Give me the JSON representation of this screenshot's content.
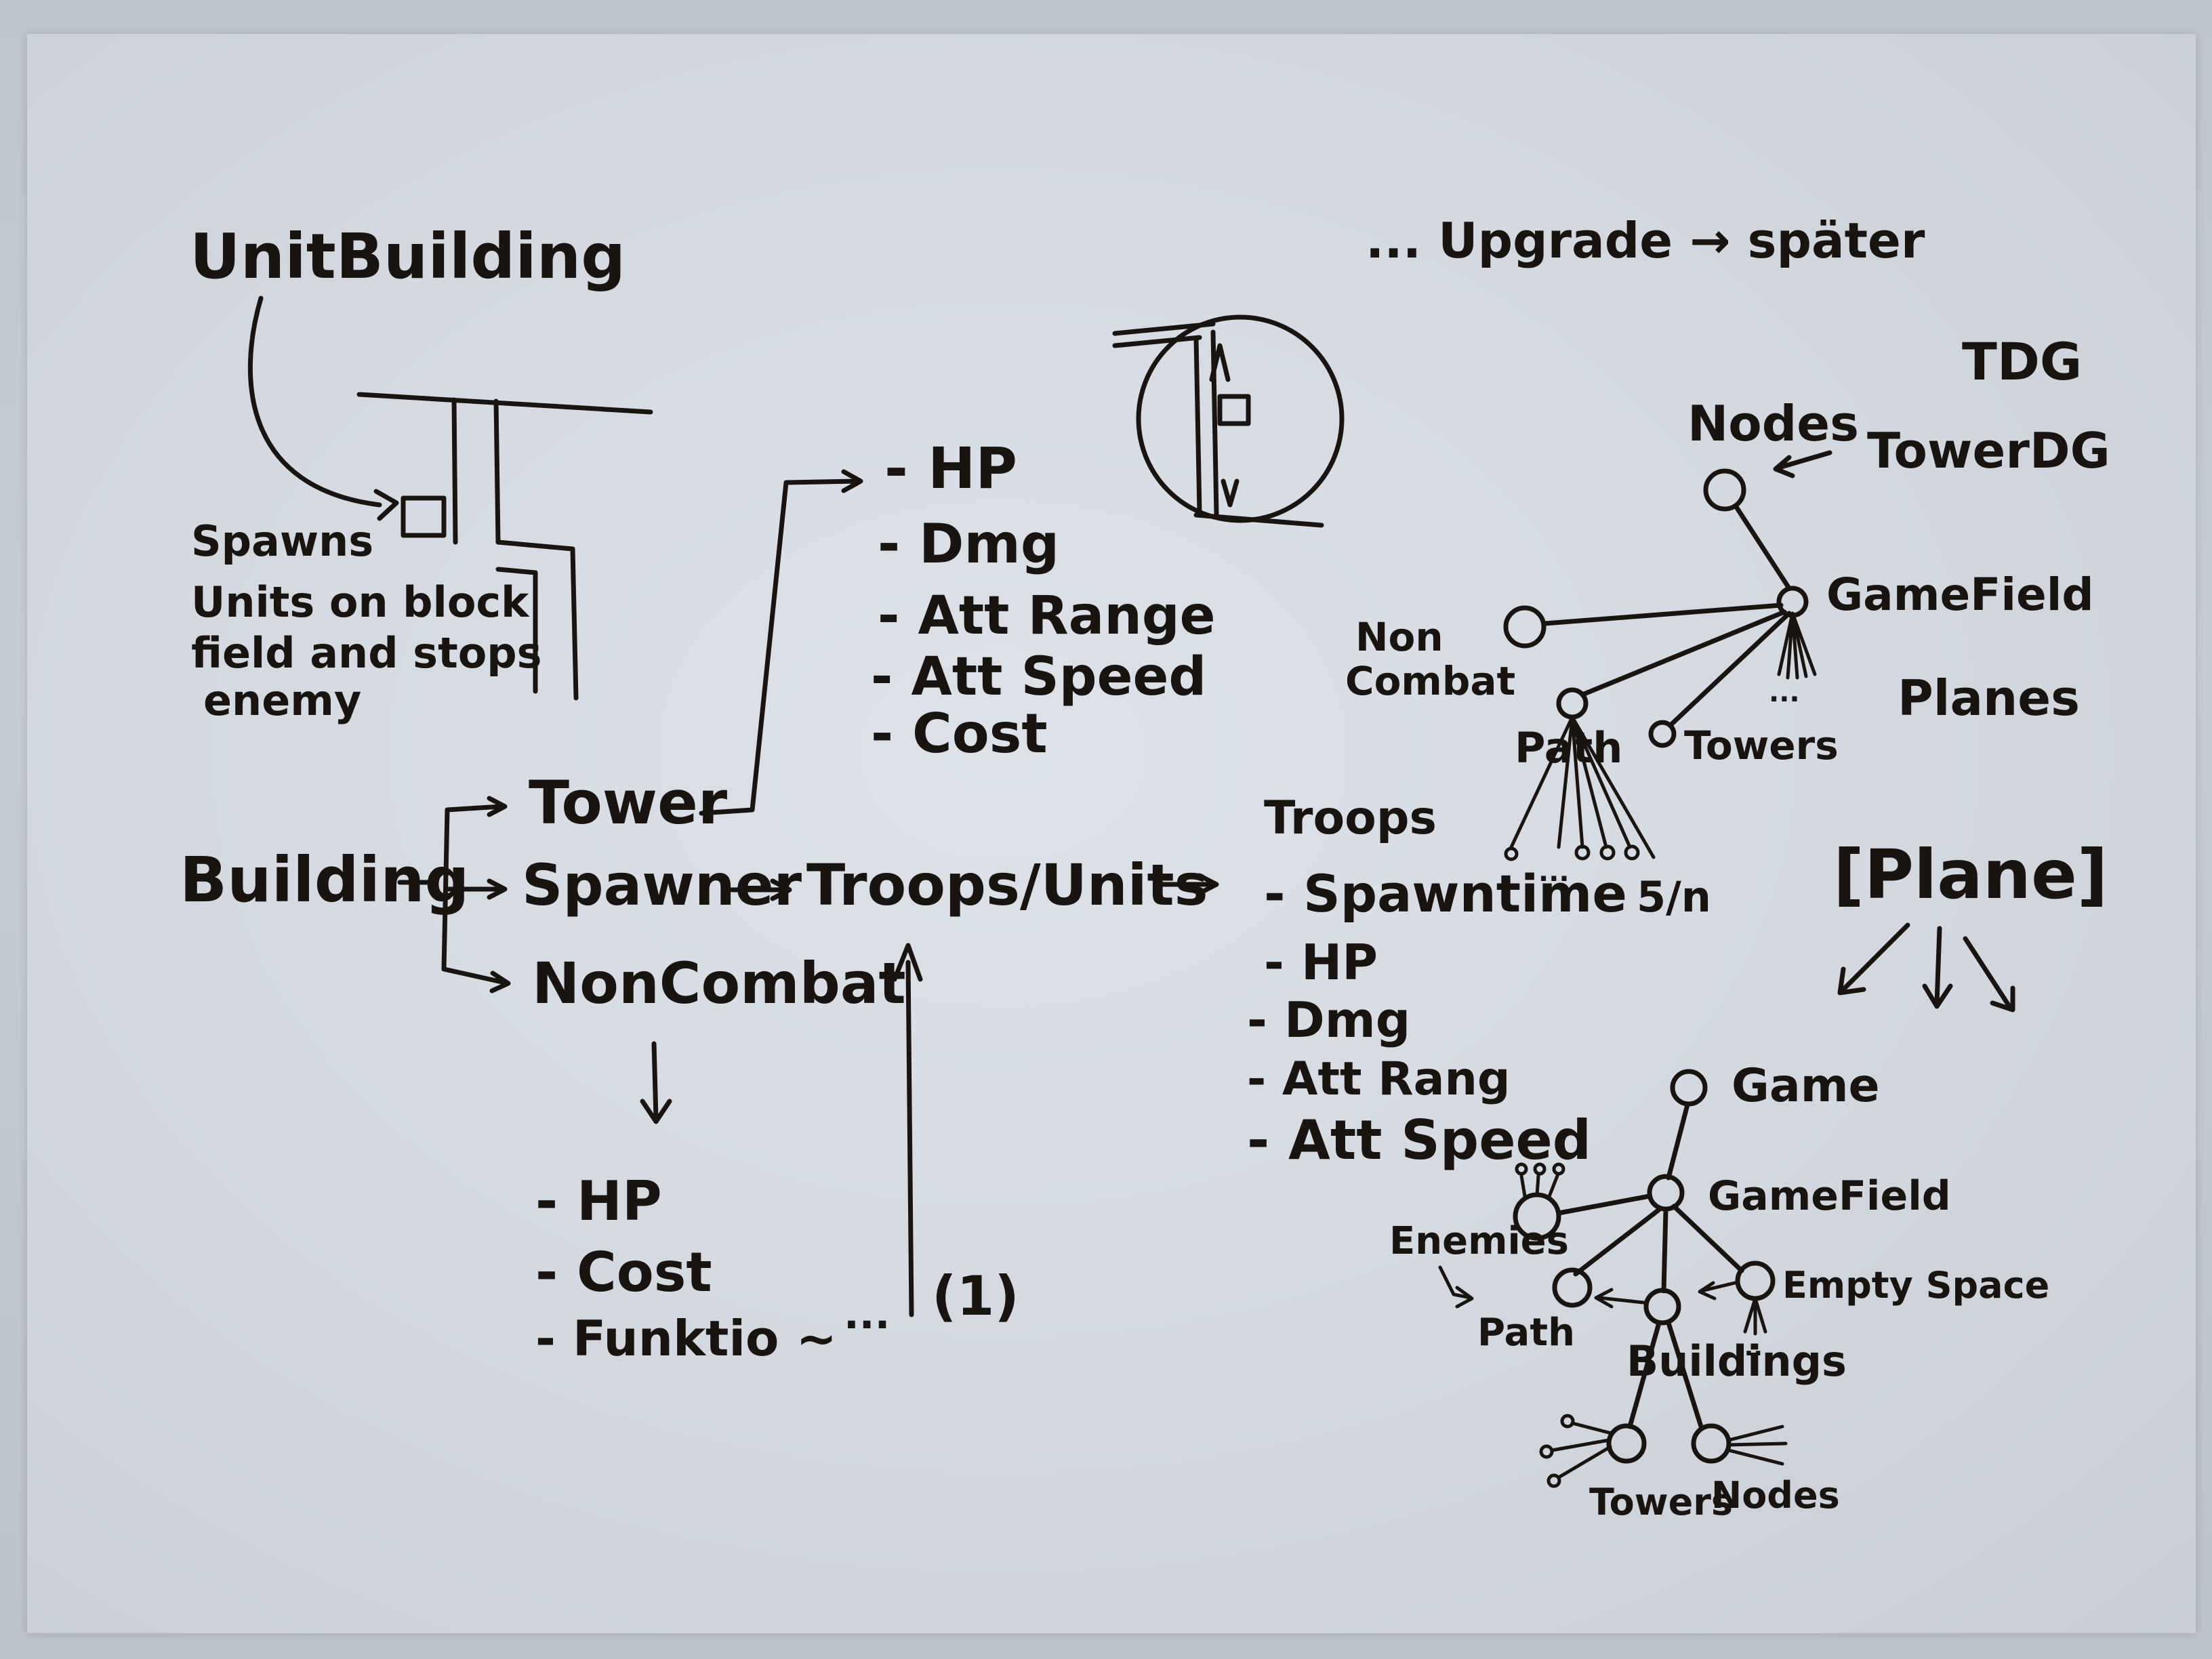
{
  "diagram": {
    "unit_building": {
      "title": "UnitBuilding",
      "desc": [
        "Spawns",
        "Units on block",
        "field and stops",
        "enemy"
      ]
    },
    "building_tree": {
      "root": "Building",
      "children": [
        "Tower",
        "Spawner",
        "NonCombat"
      ],
      "troops_units": "Troops/Units",
      "tower_attrs": [
        "- HP",
        "- Dmg",
        "- Att Range",
        "- Att Speed",
        "- Cost"
      ],
      "noncombat_attrs": [
        "- HP",
        "- Cost",
        "- Funktio ~"
      ],
      "note": "(1)",
      "dots": "..."
    },
    "troops": {
      "title": "Troops",
      "attrs": [
        "- Spawntime",
        "- HP",
        "- Dmg",
        "- Att Rang",
        "- Att Speed"
      ]
    },
    "upgrade": {
      "text": "... Upgrade → später"
    },
    "tdg_graph": {
      "title": "TDG",
      "nodes": "Nodes",
      "tower_dg": "TowerDG",
      "gamefield": "GameField",
      "non_combat": "Non Combat",
      "planes": "Planes",
      "path": "Path",
      "towers": "Towers",
      "ratio": "5/n",
      "dots": "..."
    },
    "plane": {
      "label": "[Plane]"
    },
    "game_graph": {
      "game": "Game",
      "gamefield": "GameField",
      "enemies": "Enemies",
      "empty_space": "Empty Space",
      "path": "Path",
      "buildings": "Buildings",
      "towers": "Towers",
      "nodes": "Nodes"
    }
  }
}
